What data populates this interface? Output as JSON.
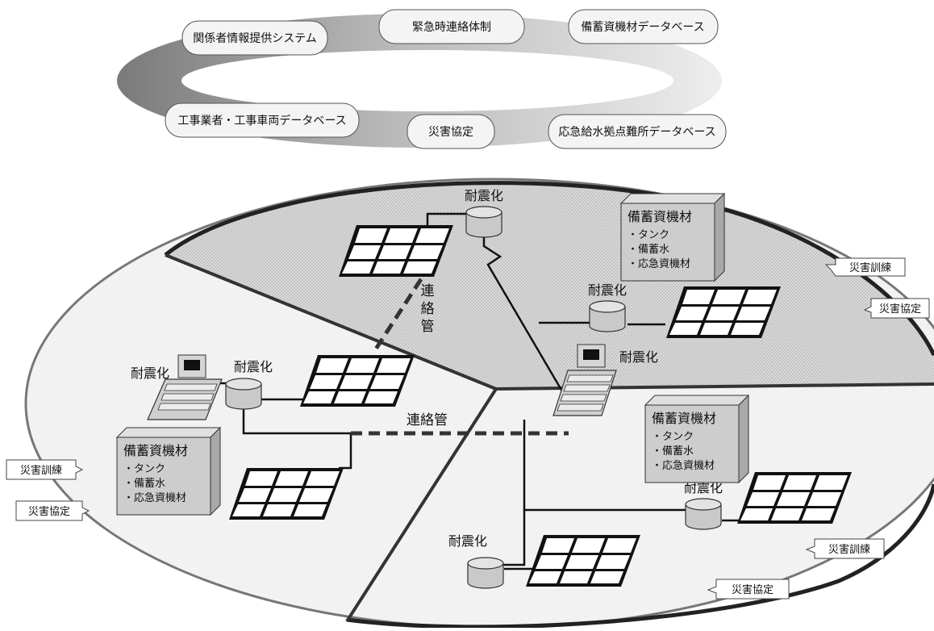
{
  "ring": {
    "items": [
      "関係者情報提供システム",
      "緊急時連絡体制",
      "備蓄資機材データベース",
      "工事業者・工事車両データベース",
      "災害協定",
      "応急給水拠点難所データベース"
    ]
  },
  "pipe_labels": {
    "top": "連絡管",
    "middle": "連絡管"
  },
  "facilities": {
    "seismic": "耐震化"
  },
  "stock_box": {
    "title": "備蓄資機材",
    "lines": [
      "・タンク",
      "・備蓄水",
      "・応急資機材"
    ]
  },
  "callouts": {
    "drill": "災害訓練",
    "agreement": "災害協定"
  }
}
